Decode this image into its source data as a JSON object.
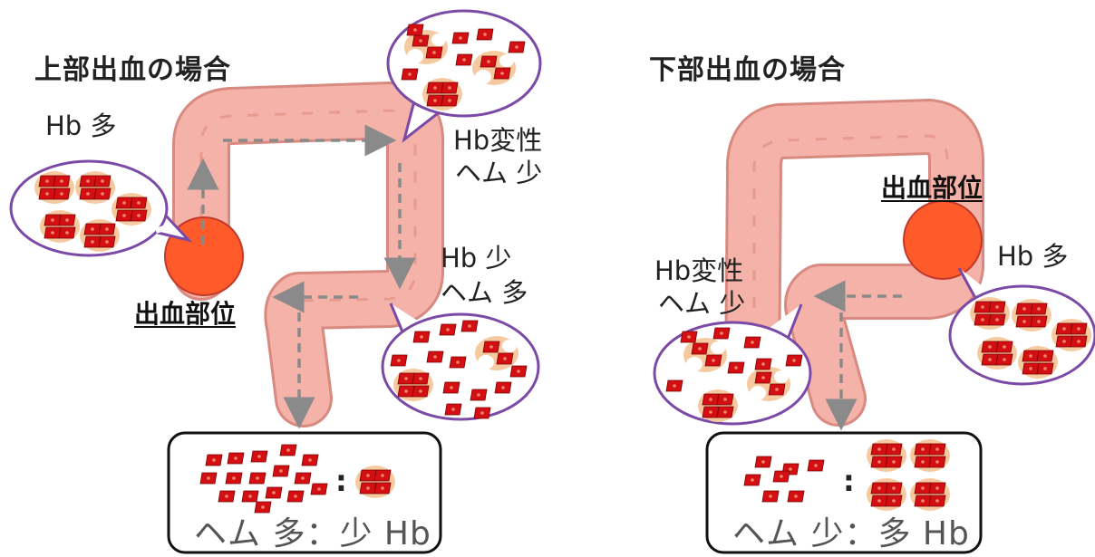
{
  "left_panel": {
    "title": "上部出血の場合",
    "label_hb_many": "Hb 多",
    "label_degraded_line1": "Hb変性",
    "label_degraded_line2": "ヘム 少",
    "label_mid_line1": "Hb 少",
    "label_mid_line2": "ヘム 多",
    "bleeding_site": "出血部位",
    "result_text": "ヘム 多：少 Hb",
    "result_colon": ":"
  },
  "right_panel": {
    "title": "下部出血の場合",
    "bleeding_site": "出血部位",
    "label_hb_many": "Hb 多",
    "label_degraded_line1": "Hb変性",
    "label_degraded_line2": "ヘム 少",
    "result_text": "ヘム 少：多 Hb",
    "result_colon": ":"
  },
  "colors": {
    "colon": "#f4b2a8",
    "colon_outline": "#d98a80",
    "bleed": "#ff5a2a",
    "bubble_border": "#7b4aa6",
    "cell": "#d40f14",
    "hb_blob": "#f6caa0",
    "arrow": "#8a8a8a"
  }
}
